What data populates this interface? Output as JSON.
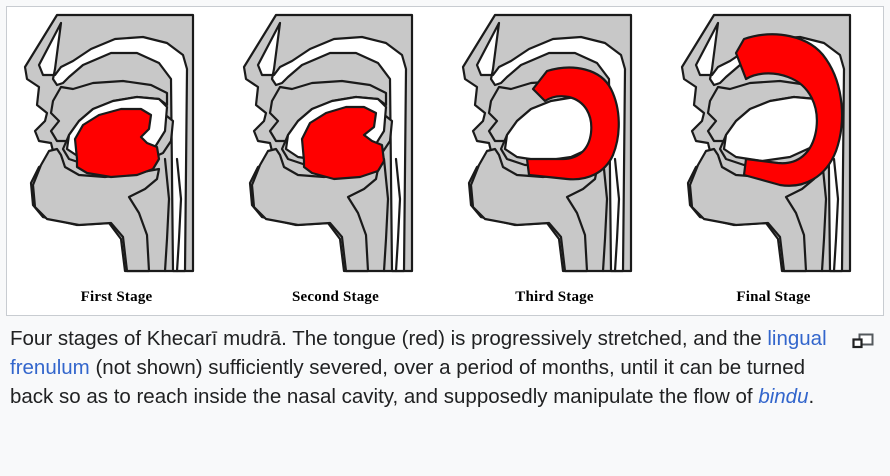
{
  "figure": {
    "stages": [
      {
        "label": "First Stage",
        "name": "first-stage"
      },
      {
        "label": "Second Stage",
        "name": "second-stage"
      },
      {
        "label": "Third Stage",
        "name": "third-stage"
      },
      {
        "label": "Final Stage",
        "name": "final-stage"
      }
    ],
    "colors": {
      "tongue_red": "#FF0000",
      "tissue_gray": "#C8C8C8",
      "cavity_white": "#FFFFFF",
      "outline_black": "#1A1A1A",
      "frame_border": "#C8CCD1",
      "caption_bg": "#F8F9FA",
      "link_blue": "#3366CC",
      "text_black": "#202122"
    },
    "magnify_icon": "enlarge-icon"
  },
  "caption": {
    "part1": "Four stages of Khecarī mudrā. The tongue (red) is progressively stretched, and the ",
    "link1": "lingual frenulum",
    "part2": " (not shown) sufficiently severed, over a period of months, until it can be turned back so as to reach inside the nasal cavity, and supposedly manipulate the flow of ",
    "link2": "bindu",
    "part3": "."
  }
}
